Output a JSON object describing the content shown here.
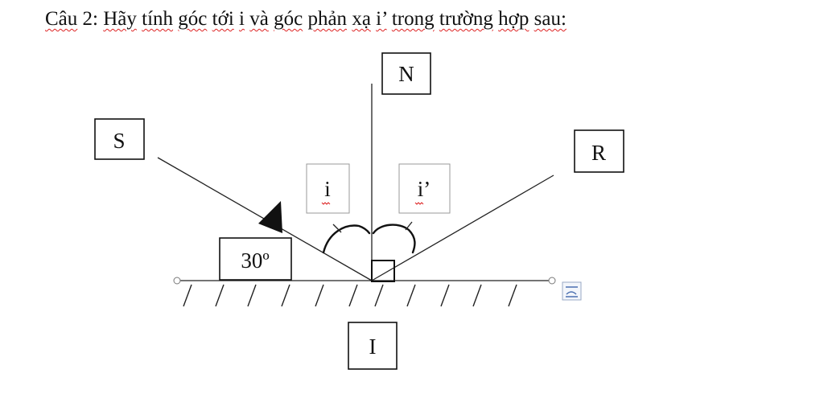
{
  "question": {
    "words": [
      "Câu",
      "2:",
      "Hãy",
      "tính",
      "góc",
      "tới",
      "i",
      "và",
      "góc",
      "phản",
      "xạ",
      "i’",
      "trong",
      "trường",
      "hợp",
      "sau:"
    ],
    "underlined": [
      0,
      2,
      3,
      4,
      5,
      6,
      7,
      8,
      9,
      10,
      11,
      12,
      13,
      14,
      15
    ]
  },
  "labels": {
    "normal": "N",
    "incident": "S",
    "reflected": "R",
    "incidence_angle": "i",
    "reflection_angle": "i’",
    "point": "I",
    "given_angle": "30º"
  },
  "icons": {
    "layout_options": "layout-options-icon"
  }
}
